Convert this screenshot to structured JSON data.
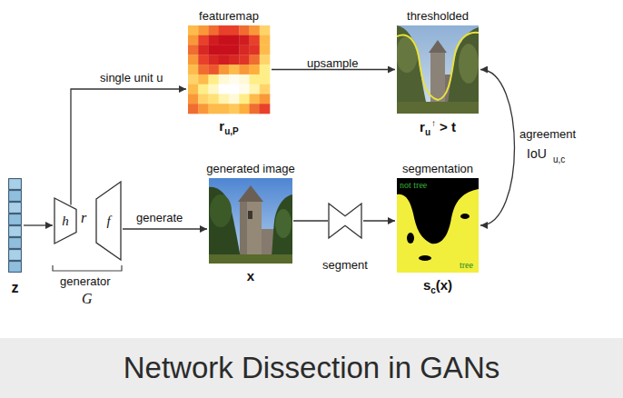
{
  "diagram": {
    "caption": "Network Dissection in GANs",
    "nodes": [
      {
        "text": [
          "z"
        ]
      },
      {
        "text": [
          "h"
        ]
      },
      {
        "text": [
          "f"
        ]
      },
      {
        "text": [
          "featuremap",
          "r",
          "u,P"
        ]
      },
      {
        "text": [
          "thresholded",
          "r",
          "u",
          "↑",
          "> t"
        ]
      },
      {
        "text": [
          "generated image",
          "x"
        ]
      },
      {
        "text": [
          "segment"
        ]
      },
      {
        "text": [
          "segmentation",
          "s",
          "c",
          "(x)"
        ]
      }
    ],
    "edges": [
      {
        "from": 0,
        "to": 1,
        "arrow": "to"
      },
      {
        "from": 1,
        "to": 3,
        "arrow": "to",
        "label": "single unit u"
      },
      {
        "from": 3,
        "to": 4,
        "arrow": "to",
        "label": "upsample"
      },
      {
        "from": 2,
        "to": 5,
        "arrow": "to",
        "label": "generate"
      },
      {
        "from": 5,
        "to": 6,
        "arrow": "none"
      },
      {
        "from": 6,
        "to": 7,
        "arrow": "to"
      },
      {
        "from": 4,
        "to": 7,
        "arrow": "both",
        "label": "agreement"
      }
    ],
    "labels": [
      "r",
      "generator",
      "G",
      "not tree",
      "tree",
      "IoU",
      "u,c"
    ]
  }
}
